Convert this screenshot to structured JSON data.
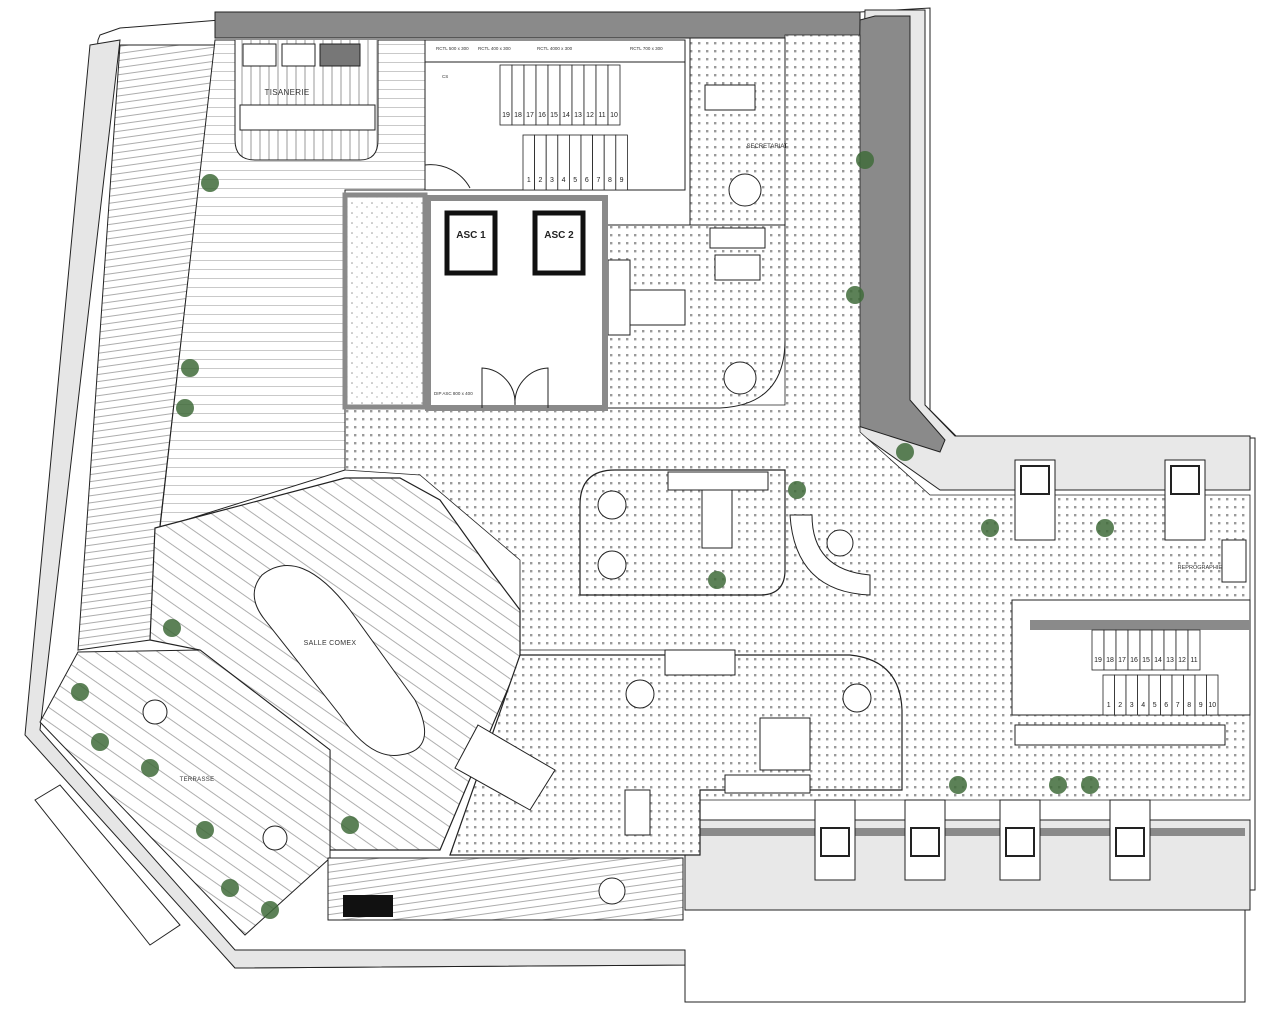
{
  "plan": {
    "rooms": {
      "tisanerie": "TISANERIE",
      "secretariat": "SECRETARIAT",
      "lift_1": "ASC 1",
      "lift_2": "ASC 2",
      "salle_comex": "SALLE COMEX",
      "terrasse": "TERRASSE",
      "reprographie": "REPROGRAPHIE"
    },
    "tags": {
      "rctl_1": "RCTL 500 x 300",
      "rctl_2": "RCTL 400 x 300",
      "rctl_3": "RCTL 4000 x 300",
      "rctl_4": "RCTL 700 x 300",
      "cs": "CS",
      "dip_asc": "DIP ASC 800 x 400"
    },
    "main_stair": {
      "upper_steps": [
        "19",
        "18",
        "17",
        "16",
        "15",
        "14",
        "13",
        "12",
        "11",
        "10"
      ],
      "lower_steps": [
        "1",
        "2",
        "3",
        "4",
        "5",
        "6",
        "7",
        "8",
        "9"
      ]
    },
    "secondary_stair": {
      "upper_steps": [
        "19",
        "18",
        "17",
        "16",
        "15",
        "14",
        "13",
        "12",
        "11"
      ],
      "lower_steps": [
        "1",
        "2",
        "3",
        "4",
        "5",
        "6",
        "7",
        "8",
        "9",
        "10"
      ]
    },
    "colors": {
      "wall": "#8a8a8a",
      "outline": "#222222",
      "plant": "#3f6b3a",
      "floor": "#ffffff"
    }
  }
}
